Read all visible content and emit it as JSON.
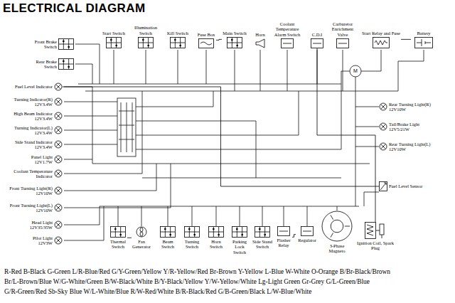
{
  "diagram": {
    "title": "ELECTRICAL DIAGRAM",
    "nodes": [
      {
        "text": [
          "Start Switch"
        ]
      },
      {
        "text": [
          "Illumination Switch"
        ]
      },
      {
        "text": [
          "Kill Switch"
        ]
      },
      {
        "text": [
          "Fuse Box"
        ]
      },
      {
        "text": [
          "Main Switch"
        ]
      },
      {
        "text": [
          "Horn"
        ]
      },
      {
        "text": [
          "Coolant Temperature Alarm Switch"
        ]
      },
      {
        "text": [
          "C.D.I"
        ]
      },
      {
        "text": [
          "Carburetor Enrichment Valve"
        ]
      },
      {
        "text": [
          "Start Relay and Fuse"
        ]
      },
      {
        "text": [
          "Battery"
        ]
      },
      {
        "text": [
          "Front Brake Switch"
        ]
      },
      {
        "text": [
          "Rear Brake Switch"
        ]
      },
      {
        "text": [
          "Fuel Level Indicator"
        ]
      },
      {
        "text": [
          "Turning Indicator(R)",
          "12V3.4W"
        ]
      },
      {
        "text": [
          "High Beam Indicator",
          "12V3.4W"
        ]
      },
      {
        "text": [
          "Turning Indicator(L)",
          "12V3.4W"
        ]
      },
      {
        "text": [
          "Side Stand Indicator",
          "12V3.4W"
        ]
      },
      {
        "text": [
          "Panel Light",
          "12V1.7W"
        ]
      },
      {
        "text": [
          "Coolant Temperature Indicator"
        ]
      },
      {
        "text": [
          "Front Turning Light(R)",
          "12V10W"
        ]
      },
      {
        "text": [
          "Front Turning Light(L)",
          "12V10W"
        ]
      },
      {
        "text": [
          "Head Light",
          "12V35/35W"
        ]
      },
      {
        "text": [
          "Pilot Light",
          "12V3W"
        ]
      },
      {
        "text": [
          "Rear Turning Light(R)",
          "12V10W"
        ]
      },
      {
        "text": [
          "Tail/Brake Light",
          "12V5/21W"
        ]
      },
      {
        "text": [
          "Rear Turning Light(L)",
          "12V10W"
        ]
      },
      {
        "text": [
          "Fuel Level Sensor"
        ]
      },
      {
        "text": [
          "Thermal Switch"
        ]
      },
      {
        "text": [
          "Fan Generator"
        ]
      },
      {
        "text": [
          "Beam Switch"
        ]
      },
      {
        "text": [
          "Turning Switch"
        ]
      },
      {
        "text": [
          "Horn Switch"
        ]
      },
      {
        "text": [
          "Parking Lock Switch"
        ]
      },
      {
        "text": [
          "Side Stand Switch"
        ]
      },
      {
        "text": [
          "Flasher Relay"
        ]
      },
      {
        "text": [
          "Regulator"
        ]
      },
      {
        "text": [
          "3-Phase Magneto"
        ]
      },
      {
        "text": [
          "Ignition Coil, Spark Plug"
        ]
      }
    ],
    "edges": [
      {
        "from": 3,
        "to": 4,
        "arrow": "none"
      },
      {
        "from": 9,
        "to": 10,
        "arrow": "none"
      },
      {
        "from": 7,
        "to": 38,
        "arrow": "none"
      },
      {
        "from": 27,
        "to": 13,
        "arrow": "none"
      },
      {
        "from": 28,
        "to": 29,
        "arrow": "none"
      },
      {
        "from": 35,
        "to": 36,
        "arrow": "none"
      }
    ],
    "labels": [
      "M",
      "R-Red B-Black G-Green L/R-Blue/Red G/Y-Green/Yellow Y/R-Yellow/Red Br-Brown Y-Yellow L-Blue W-White O-Orange B/Br-Black/Brown",
      "Br/L-Brown/Blue W/G-White/Green B/W-Black/White B/Y-Black/Yellow Y/W-Yellow/White Lg-Light Green Gr-Grey G/L-Green/Blue",
      "G/R-Green/Red Sb-Sky Blue W/L-White/Blue R/W-Red/White B/R-Black/Red G/B-Green/Black L/W-Blue/White"
    ]
  }
}
